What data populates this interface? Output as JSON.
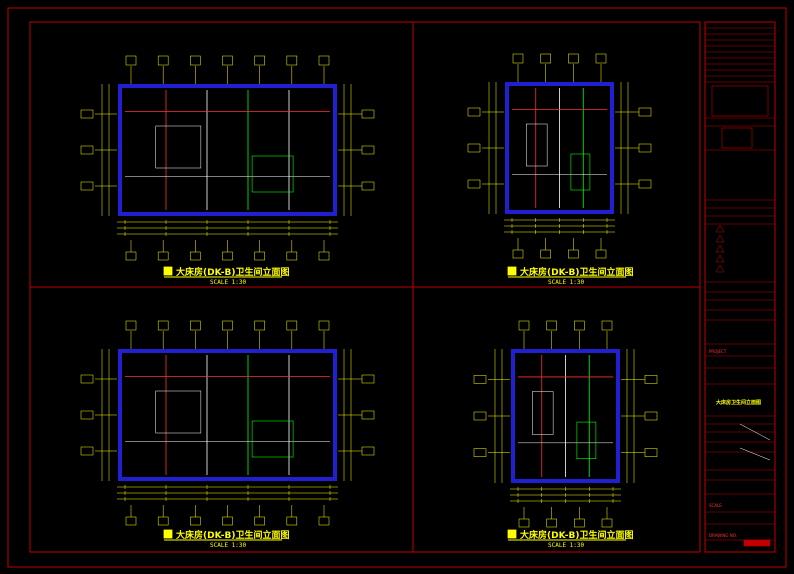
{
  "panels": [
    {
      "title": "大床房(DK-B)卫生间立面图",
      "scale": "SCALE  1:30"
    },
    {
      "title": "大床房(DK-B)卫生间立面图",
      "scale": "SCALE  1:30"
    },
    {
      "title": "大床房(DK-B)卫生间立面图",
      "scale": "SCALE  1:30"
    },
    {
      "title": "大床房(DK-B)卫生间立面图",
      "scale": "SCALE  1:30"
    }
  ],
  "title_block": {
    "project_label": "PROJECT",
    "drawing_title": "大床房卫生间立面图",
    "scale_label": "SCALE",
    "drawing_no_label": "DRAWING NO."
  },
  "colors": {
    "frame": "#c00000",
    "wall": "#2020d0",
    "dimension": "#ffff00",
    "wood": "#ff3030",
    "glass": "#00ff00",
    "leader": "#ffffff"
  }
}
